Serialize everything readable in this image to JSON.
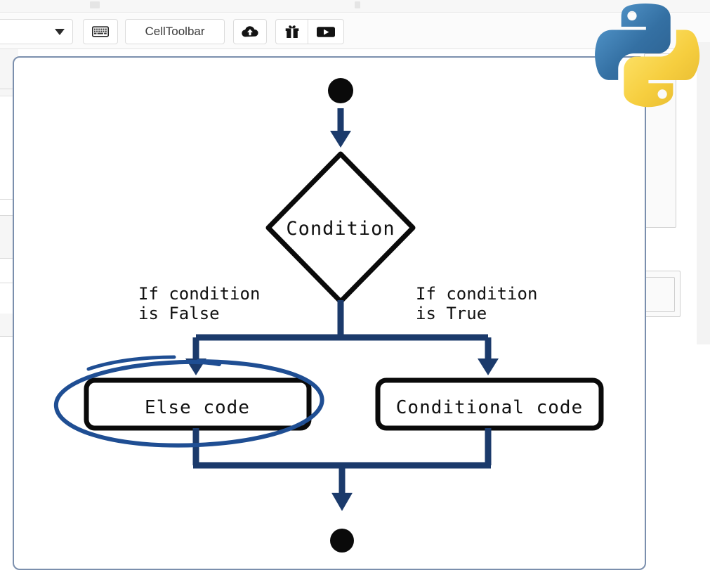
{
  "window": {
    "background_color": "#ffffff"
  },
  "toolbar": {
    "cell_type_select": {
      "value": "",
      "icon": "chevron-down-icon"
    },
    "buttons": [
      {
        "name": "keyboard-shortcuts-button",
        "label": "",
        "icon": "keyboard-icon"
      },
      {
        "name": "celltoolbar-button",
        "label": "CellToolbar",
        "icon": ""
      },
      {
        "name": "cloud-upload-button",
        "label": "",
        "icon": "cloud-upload-icon"
      },
      {
        "name": "gift-button",
        "label": "",
        "icon": "gift-icon"
      },
      {
        "name": "play-video-button",
        "label": "",
        "icon": "play-video-icon"
      }
    ]
  },
  "logo": {
    "name": "python-logo",
    "blue": "#366B9C",
    "yellow": "#F5D23B",
    "alt": "Python"
  },
  "diagram": {
    "type": "flowchart",
    "title": "if / else conditional flowchart",
    "node_stroke": "#000000",
    "arrow_color": "#1B3A6B",
    "annotation_color": "#1F4E93",
    "panel_border_color": "#7b8fad",
    "nodes": [
      {
        "id": "start",
        "shape": "filled-circle",
        "label": ""
      },
      {
        "id": "condition",
        "shape": "diamond",
        "label": "Condition"
      },
      {
        "id": "else-code",
        "shape": "rounded-rect",
        "label": "Else code"
      },
      {
        "id": "cond-code",
        "shape": "rounded-rect",
        "label": "Conditional code"
      },
      {
        "id": "end",
        "shape": "filled-circle",
        "label": ""
      }
    ],
    "edge_labels": [
      {
        "id": "false-label",
        "line1": "If condition",
        "line2": "is False"
      },
      {
        "id": "true-label",
        "line1": "If condition",
        "line2": "is True"
      }
    ],
    "annotations": [
      {
        "id": "else-code-highlight-ellipse",
        "shape": "hand-drawn-ellipse",
        "targets": "else-code"
      }
    ]
  }
}
